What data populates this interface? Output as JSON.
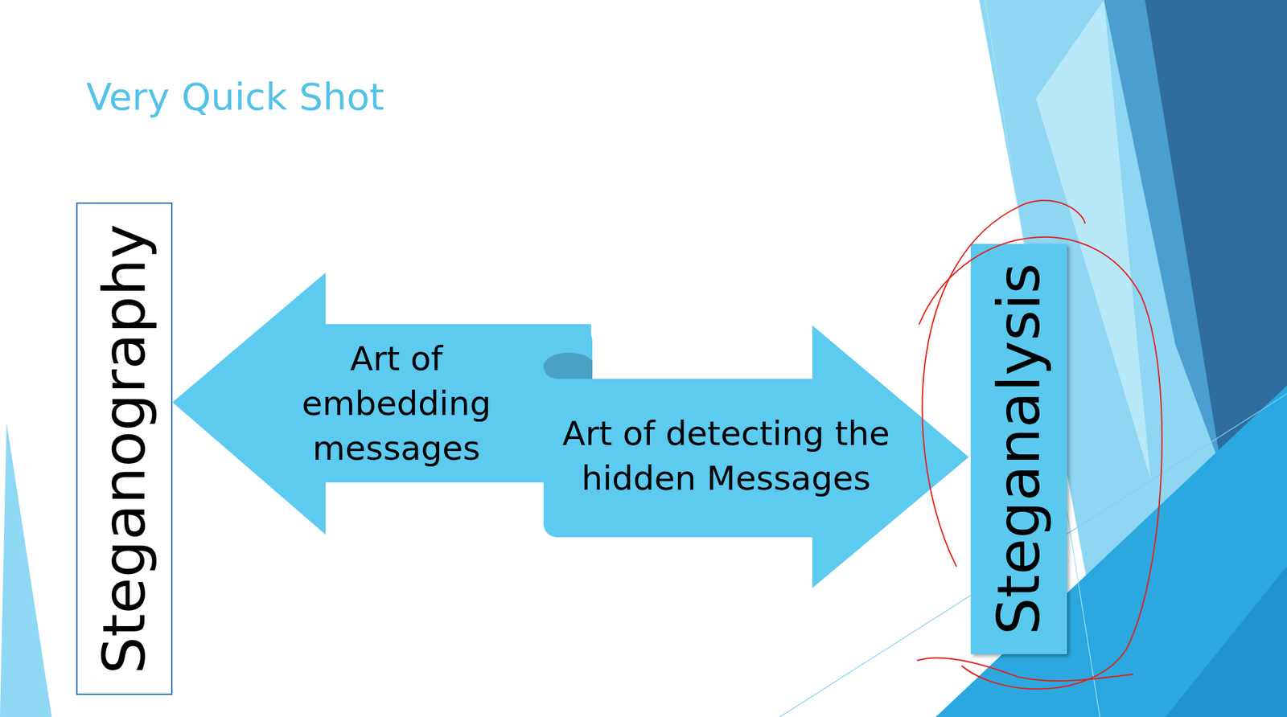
{
  "diagram": {
    "title": "Very Quick Shot",
    "nodes": [
      {
        "text": [
          "Steganography"
        ]
      },
      {
        "text": [
          "Art of embedding messages"
        ]
      },
      {
        "text": [
          "Art of detecting the hidden Messages"
        ]
      },
      {
        "text": [
          "Steganalysis"
        ]
      }
    ]
  }
}
